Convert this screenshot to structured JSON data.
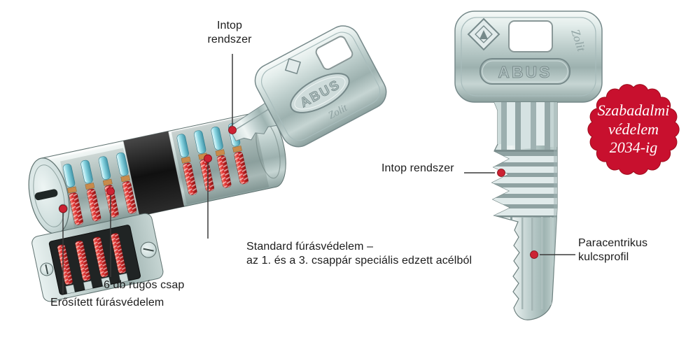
{
  "page": {
    "background": "#ffffff"
  },
  "brand": {
    "name": "ABUS",
    "model": "Zolit"
  },
  "cylinder": {
    "labels": {
      "intop_line1": "Intop",
      "intop_line2": "rendszer",
      "standard_line1": "Standard fúrásvédelem –",
      "standard_line2": "az 1. és a 3. csappár speciális edzett acélból",
      "springs": "6 db rugós csap",
      "reinforced": "Erősített fúrásvédelem"
    }
  },
  "key": {
    "labels": {
      "intop": "Intop rendszer",
      "profile_line1": "Paracentrikus",
      "profile_line2": "kulcsprofil"
    }
  },
  "badge": {
    "line1": "Szabadalmi",
    "line2": "védelem",
    "line3": "2034-ig",
    "color": "#c8102e"
  },
  "colors": {
    "marker_red": "#cc2233",
    "pin_red": "#d42020",
    "pin_cyan": "#7fd4e0",
    "pin_copper": "#c98a4b",
    "metal_light": "#e8f0ee",
    "metal_mid": "#b9c9c7",
    "metal_dark": "#7f9290",
    "leader_line": "#3a3a3a"
  }
}
